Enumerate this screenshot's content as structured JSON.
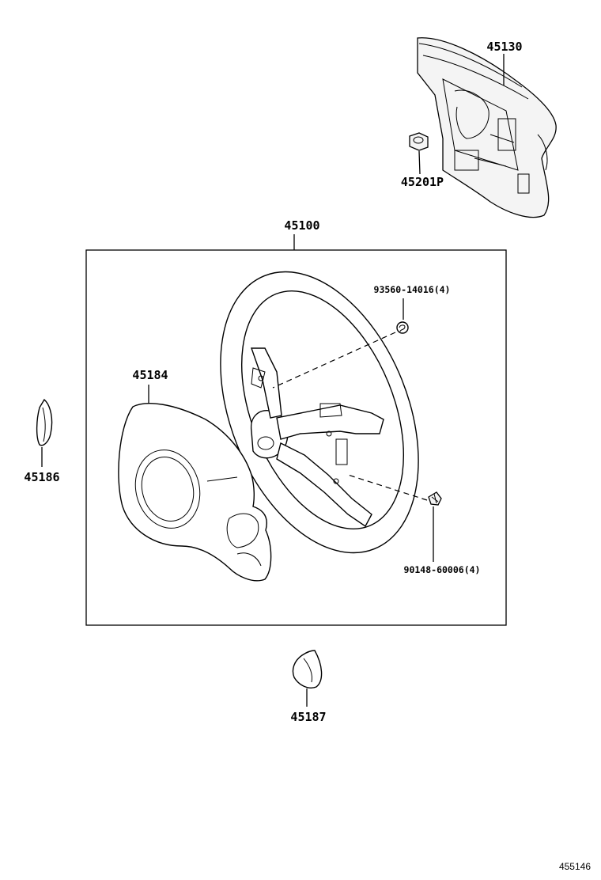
{
  "parts": {
    "p45130": "45130",
    "p45201p": "45201P",
    "p45100": "45100",
    "p93560": "93560-14016(4)",
    "p45184": "45184",
    "p45186": "45186",
    "p90148": "90148-60006(4)",
    "p45187": "45187"
  },
  "figure_id": "455146"
}
